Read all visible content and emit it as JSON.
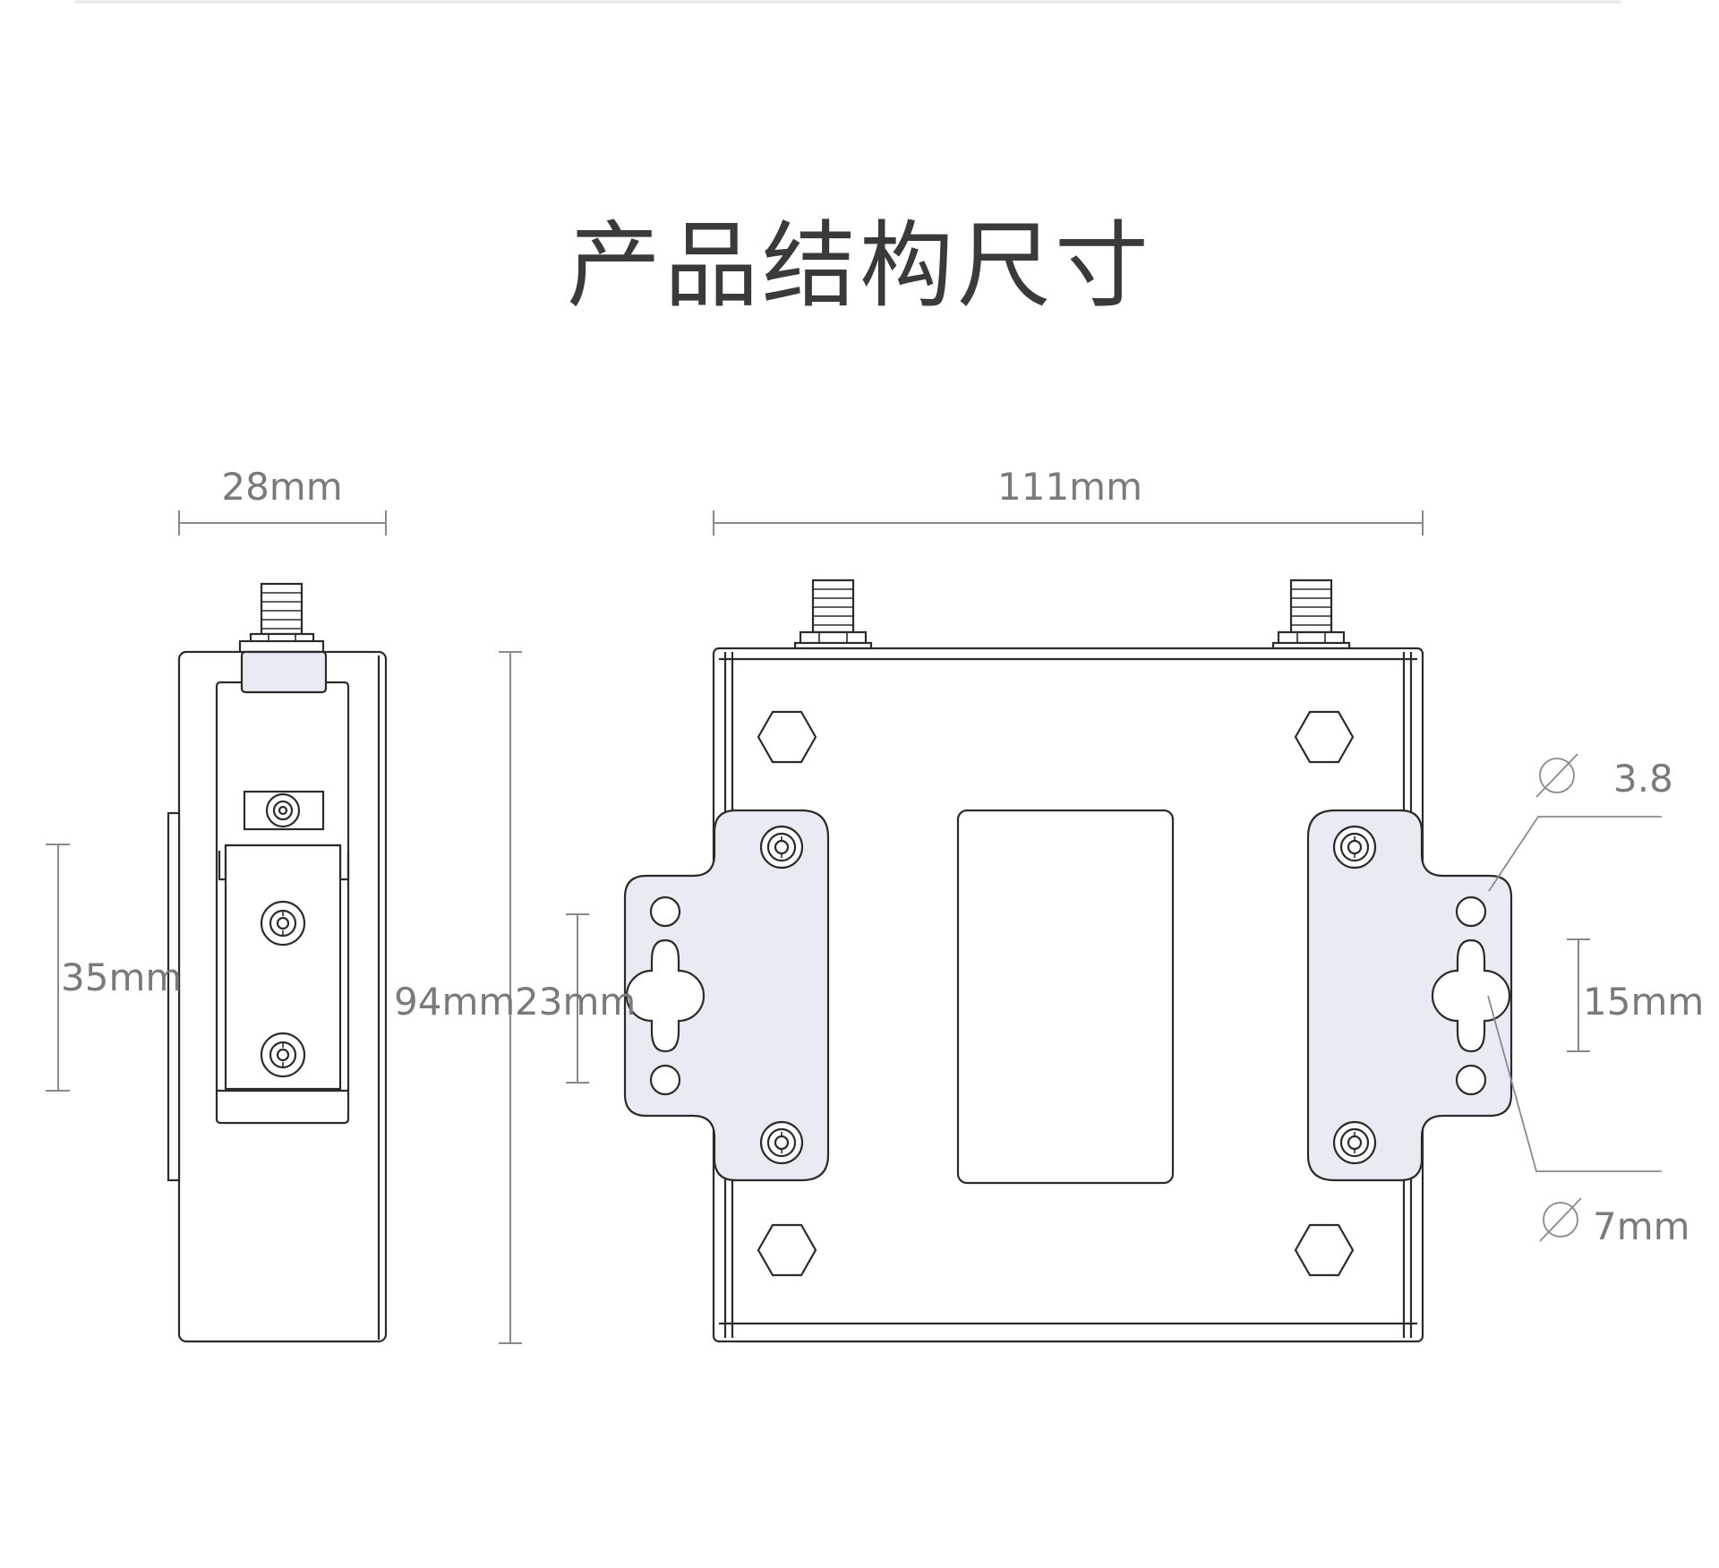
{
  "title": "产品结构尺寸",
  "dimensions": {
    "side_width": "28mm",
    "front_width": "111mm",
    "din_clip_height": "35mm",
    "body_height": "94mm",
    "bracket_hole_spacing": "23mm",
    "slot_length": "15mm",
    "small_hole_diameter": "3.8",
    "slot_head_diameter": "7mm"
  },
  "symbols": {
    "diameter": "∅"
  },
  "colors": {
    "background": "#ffffff",
    "outline": "#2b2b2b",
    "bracket_fill": "#e8ecf2",
    "dimension_text": "#7a7a7a",
    "title_text": "#3a3a3a",
    "separator": "#e6e6e6"
  }
}
